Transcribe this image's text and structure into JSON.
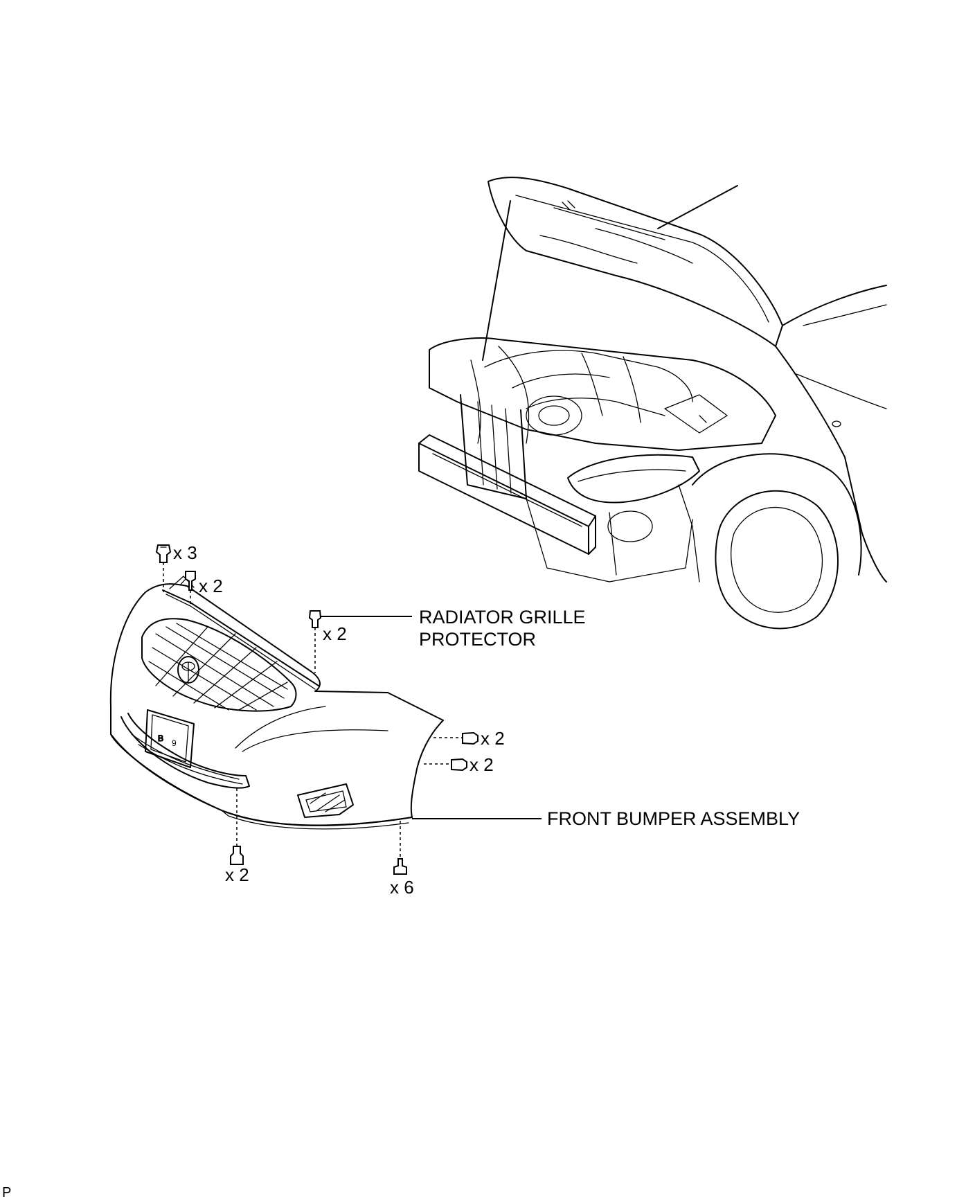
{
  "callouts": {
    "radiator_grille_protector": [
      "RADIATOR GRILLE",
      "PROTECTOR"
    ],
    "front_bumper_assembly": "FRONT BUMPER ASSEMBLY"
  },
  "fastener_counts": {
    "top_left_clip": "x 3",
    "top_screw": "x 2",
    "grille_protector_clip": "x 2",
    "side_clip_upper": "x 2",
    "side_clip_lower": "x 2",
    "bottom_left_clip": "x 2",
    "bottom_right_screw": "x 6"
  },
  "corner_code": "P"
}
